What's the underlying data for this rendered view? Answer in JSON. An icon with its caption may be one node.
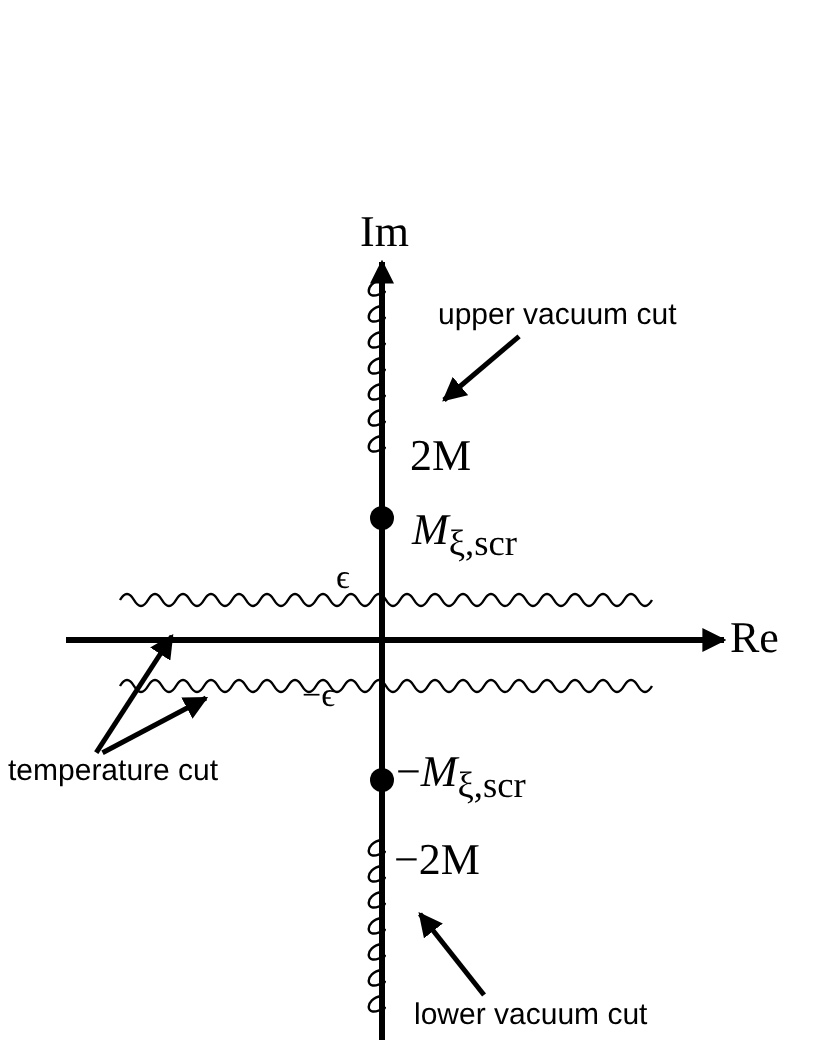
{
  "diagram": {
    "nodes": [
      {
        "text": [
          "upper vacuum cut"
        ]
      },
      {
        "text": [],
        "shape": "wave"
      },
      {
        "text": [
          "temperature cut"
        ]
      },
      {
        "text": [],
        "shape": "wave"
      },
      {
        "text": [],
        "shape": "wave"
      },
      {
        "text": [
          "lower vacuum cut"
        ]
      },
      {
        "text": [],
        "shape": "wave"
      }
    ],
    "edges": [
      {
        "from": 0,
        "to": 1,
        "arrow": "to"
      },
      {
        "from": 2,
        "to": 3,
        "arrow": "to"
      },
      {
        "from": 2,
        "to": 4,
        "arrow": "to"
      },
      {
        "from": 5,
        "to": 6,
        "arrow": "to"
      }
    ],
    "labels": [
      "Im",
      "2M",
      "*M*$_{ξ,scr}$",
      "ϵ",
      "Re",
      "−ϵ",
      "−*M*$_{ξ,scr}$",
      "−2M"
    ]
  }
}
